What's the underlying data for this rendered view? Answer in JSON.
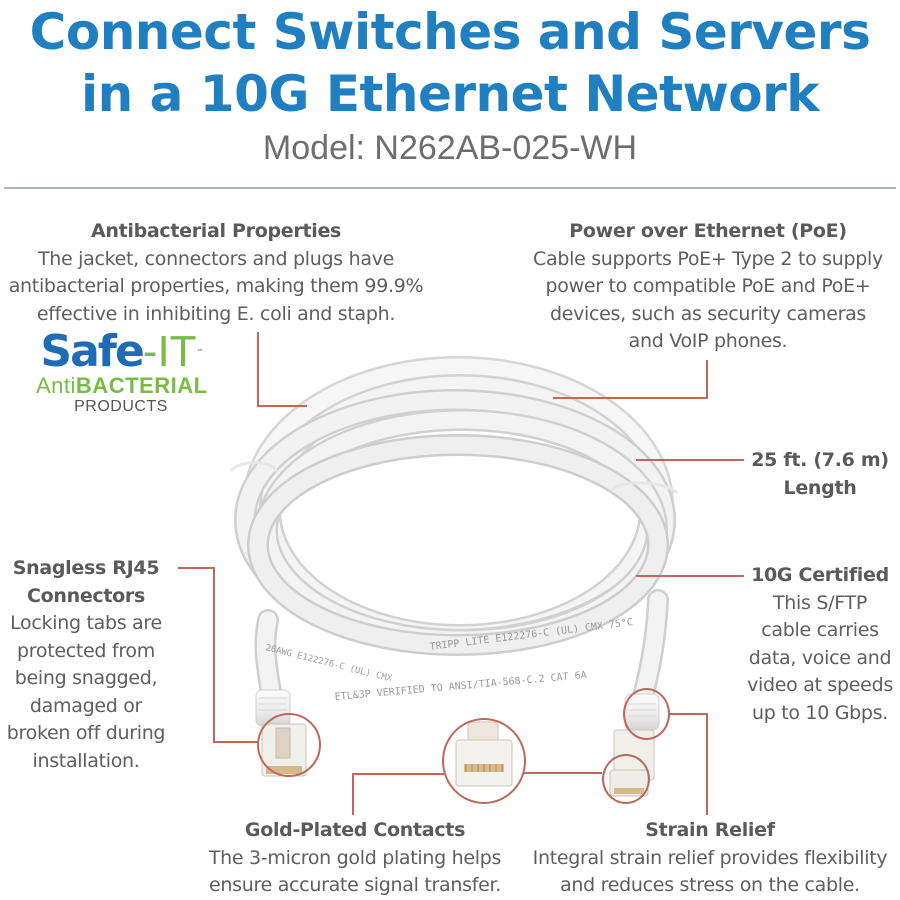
{
  "header": {
    "headline_line1": "Connect Switches and Servers",
    "headline_line2": "in a 10G Ethernet Network",
    "model": "Model: N262AB-025-WH"
  },
  "logo": {
    "brand_main": "Safe",
    "brand_suffix": "-IT",
    "trademark": "™",
    "tagline_light": "Anti",
    "tagline_bold": "BACTERIAL",
    "tagline_sub": "PRODUCTS"
  },
  "callouts": {
    "antibacterial": {
      "title": "Antibacterial Properties",
      "body": "The jacket, connectors and plugs have\nantibacterial properties, making them 99.9%\neffective in inhibiting E. coli and staph."
    },
    "poe": {
      "title": "Power over Ethernet (PoE)",
      "body": "Cable supports PoE+ Type 2 to supply\npower to compatible PoE and PoE+\ndevices, such as security cameras\nand VoIP phones."
    },
    "length": {
      "title": "25 ft. (7.6 m)\nLength"
    },
    "certified": {
      "title": "10G Certified",
      "body": "This S/FTP\ncable carries\ndata, voice and\nvideo at speeds\nup to 10 Gbps."
    },
    "snagless": {
      "title": "Snagless RJ45\nConnectors",
      "body": "Locking tabs are\nprotected from\nbeing snagged,\ndamaged or\nbroken off during\ninstallation."
    },
    "gold": {
      "title": "Gold-Plated Contacts",
      "body": "The 3-micron gold plating helps\nensure accurate signal transfer."
    },
    "strain": {
      "title": "Strain Relief",
      "body": "Integral strain relief provides flexibility\nand reduces stress on the cable."
    }
  },
  "cable_print": {
    "line1": "TRIPP LITE    E122276-C (UL) CMX 75°C",
    "line2": "ETL&3P VERIFIED TO ANSI/TIA-568-C.2 CAT 6A",
    "line3": "26AWG    E122276-C (UL) CMX"
  },
  "colors": {
    "headline_blue": "#1f7fc1",
    "callout_line": "#c0675a",
    "text_gray": "#5e5e5e",
    "safe_blue": "#1e6cb5",
    "safe_green": "#78bc47"
  }
}
